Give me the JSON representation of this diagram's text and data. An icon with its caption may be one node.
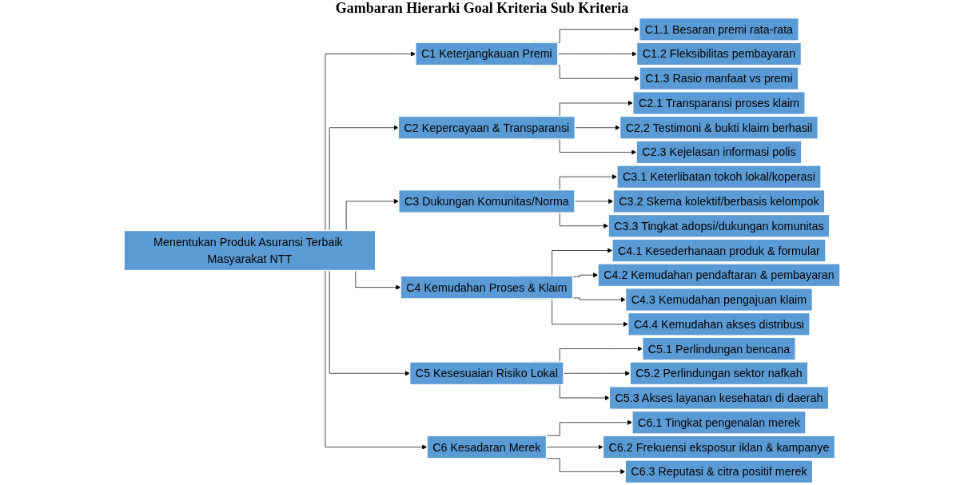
{
  "diagram": {
    "title": "Gambaran Hierarki Goal Kriteria Sub Kriteria",
    "nodes": [
      {
        "text": [
          "Menentukan Produk Asuransi Terbaik Masyarakat NTT"
        ]
      },
      {
        "text": [
          "C1 Keterjangkauan Premi"
        ]
      },
      {
        "text": [
          "C2 Kepercayaan & Transparansi"
        ]
      },
      {
        "text": [
          "C3 Dukungan Komunitas/Norma"
        ]
      },
      {
        "text": [
          "C4 Kemudahan Proses & Klaim"
        ]
      },
      {
        "text": [
          "C5 Kesesuaian Risiko Lokal"
        ]
      },
      {
        "text": [
          "C6 Kesadaran Merek"
        ]
      },
      {
        "text": [
          "C1.1 Besaran premi rata-rata"
        ]
      },
      {
        "text": [
          "C1.2 Fleksibilitas pembayaran"
        ]
      },
      {
        "text": [
          "C1.3 Rasio manfaat vs premi"
        ]
      },
      {
        "text": [
          "C2.1 Transparansi proses klaim"
        ]
      },
      {
        "text": [
          "C2.2 Testimoni & bukti klaim berhasil"
        ]
      },
      {
        "text": [
          "C2.3 Kejelasan informasi polis"
        ]
      },
      {
        "text": [
          "C3.1 Keterlibatan tokoh lokal/koperasi"
        ]
      },
      {
        "text": [
          "C3.2 Skema kolektif/berbasis kelompok"
        ]
      },
      {
        "text": [
          "C3.3 Tingkat adopsi/dukungan komunitas"
        ]
      },
      {
        "text": [
          "C4.1 Kesederhanaan produk & formular"
        ]
      },
      {
        "text": [
          "C4.2 Kemudahan pendaftaran & pembayaran"
        ]
      },
      {
        "text": [
          "C4.3 Kemudahan pengajuan klaim"
        ]
      },
      {
        "text": [
          "C4.4 Kemudahan akses distribusi"
        ]
      },
      {
        "text": [
          "C5.1 Perlindungan bencana"
        ]
      },
      {
        "text": [
          "C5.2 Perlindungan sektor nafkah"
        ]
      },
      {
        "text": [
          "C5.3 Akses layanan kesehatan di daerah"
        ]
      },
      {
        "text": [
          "C6.1 Tingkat pengenalan merek"
        ]
      },
      {
        "text": [
          "C6.2 Frekuensi eksposur iklan & kampanye"
        ]
      },
      {
        "text": [
          "C6.3 Reputasi & citra positif merek"
        ]
      }
    ],
    "edges": [
      {
        "from": 0,
        "to": 1,
        "arrow": "to"
      },
      {
        "from": 0,
        "to": 2,
        "arrow": "to"
      },
      {
        "from": 0,
        "to": 3,
        "arrow": "to"
      },
      {
        "from": 0,
        "to": 4,
        "arrow": "to"
      },
      {
        "from": 0,
        "to": 5,
        "arrow": "to"
      },
      {
        "from": 0,
        "to": 6,
        "arrow": "to"
      },
      {
        "from": 1,
        "to": 7,
        "arrow": "to"
      },
      {
        "from": 1,
        "to": 8,
        "arrow": "to"
      },
      {
        "from": 1,
        "to": 9,
        "arrow": "to"
      },
      {
        "from": 2,
        "to": 10,
        "arrow": "to"
      },
      {
        "from": 2,
        "to": 11,
        "arrow": "to"
      },
      {
        "from": 2,
        "to": 12,
        "arrow": "to"
      },
      {
        "from": 3,
        "to": 13,
        "arrow": "to"
      },
      {
        "from": 3,
        "to": 14,
        "arrow": "to"
      },
      {
        "from": 3,
        "to": 15,
        "arrow": "to"
      },
      {
        "from": 4,
        "to": 16,
        "arrow": "to"
      },
      {
        "from": 4,
        "to": 17,
        "arrow": "to"
      },
      {
        "from": 4,
        "to": 18,
        "arrow": "to"
      },
      {
        "from": 4,
        "to": 19,
        "arrow": "to"
      },
      {
        "from": 5,
        "to": 20,
        "arrow": "to"
      },
      {
        "from": 5,
        "to": 21,
        "arrow": "to"
      },
      {
        "from": 5,
        "to": 22,
        "arrow": "to"
      },
      {
        "from": 6,
        "to": 23,
        "arrow": "to"
      },
      {
        "from": 6,
        "to": 24,
        "arrow": "to"
      },
      {
        "from": 6,
        "to": 25,
        "arrow": "to"
      }
    ]
  }
}
